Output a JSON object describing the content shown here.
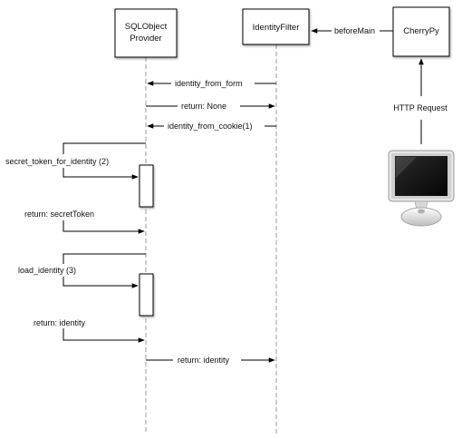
{
  "participants": {
    "sqlobject_provider": {
      "line1": "SQLObject",
      "line2": "Provider"
    },
    "identity_filter": {
      "label": "IdentityFilter"
    },
    "cherrypy": {
      "label": "CherryPy"
    }
  },
  "messages": {
    "before_main": "beforeMain",
    "http_request": "HTTP Request",
    "identity_from_form": "identity_from_form",
    "return_none": "return: None",
    "identity_from_cookie": "identity_from_cookie(1)",
    "secret_token_for_identity": "secret_token_for_identity (2)",
    "return_secret_token": "return: secretToken",
    "load_identity": "load_identity (3)",
    "return_identity_self": "return: identity",
    "return_identity": "return: identity"
  },
  "icons": {
    "computer": "imac-computer-icon"
  },
  "colors": {
    "stroke": "#000000",
    "box_fill": "#ffffff",
    "lifeline": "#999999"
  }
}
